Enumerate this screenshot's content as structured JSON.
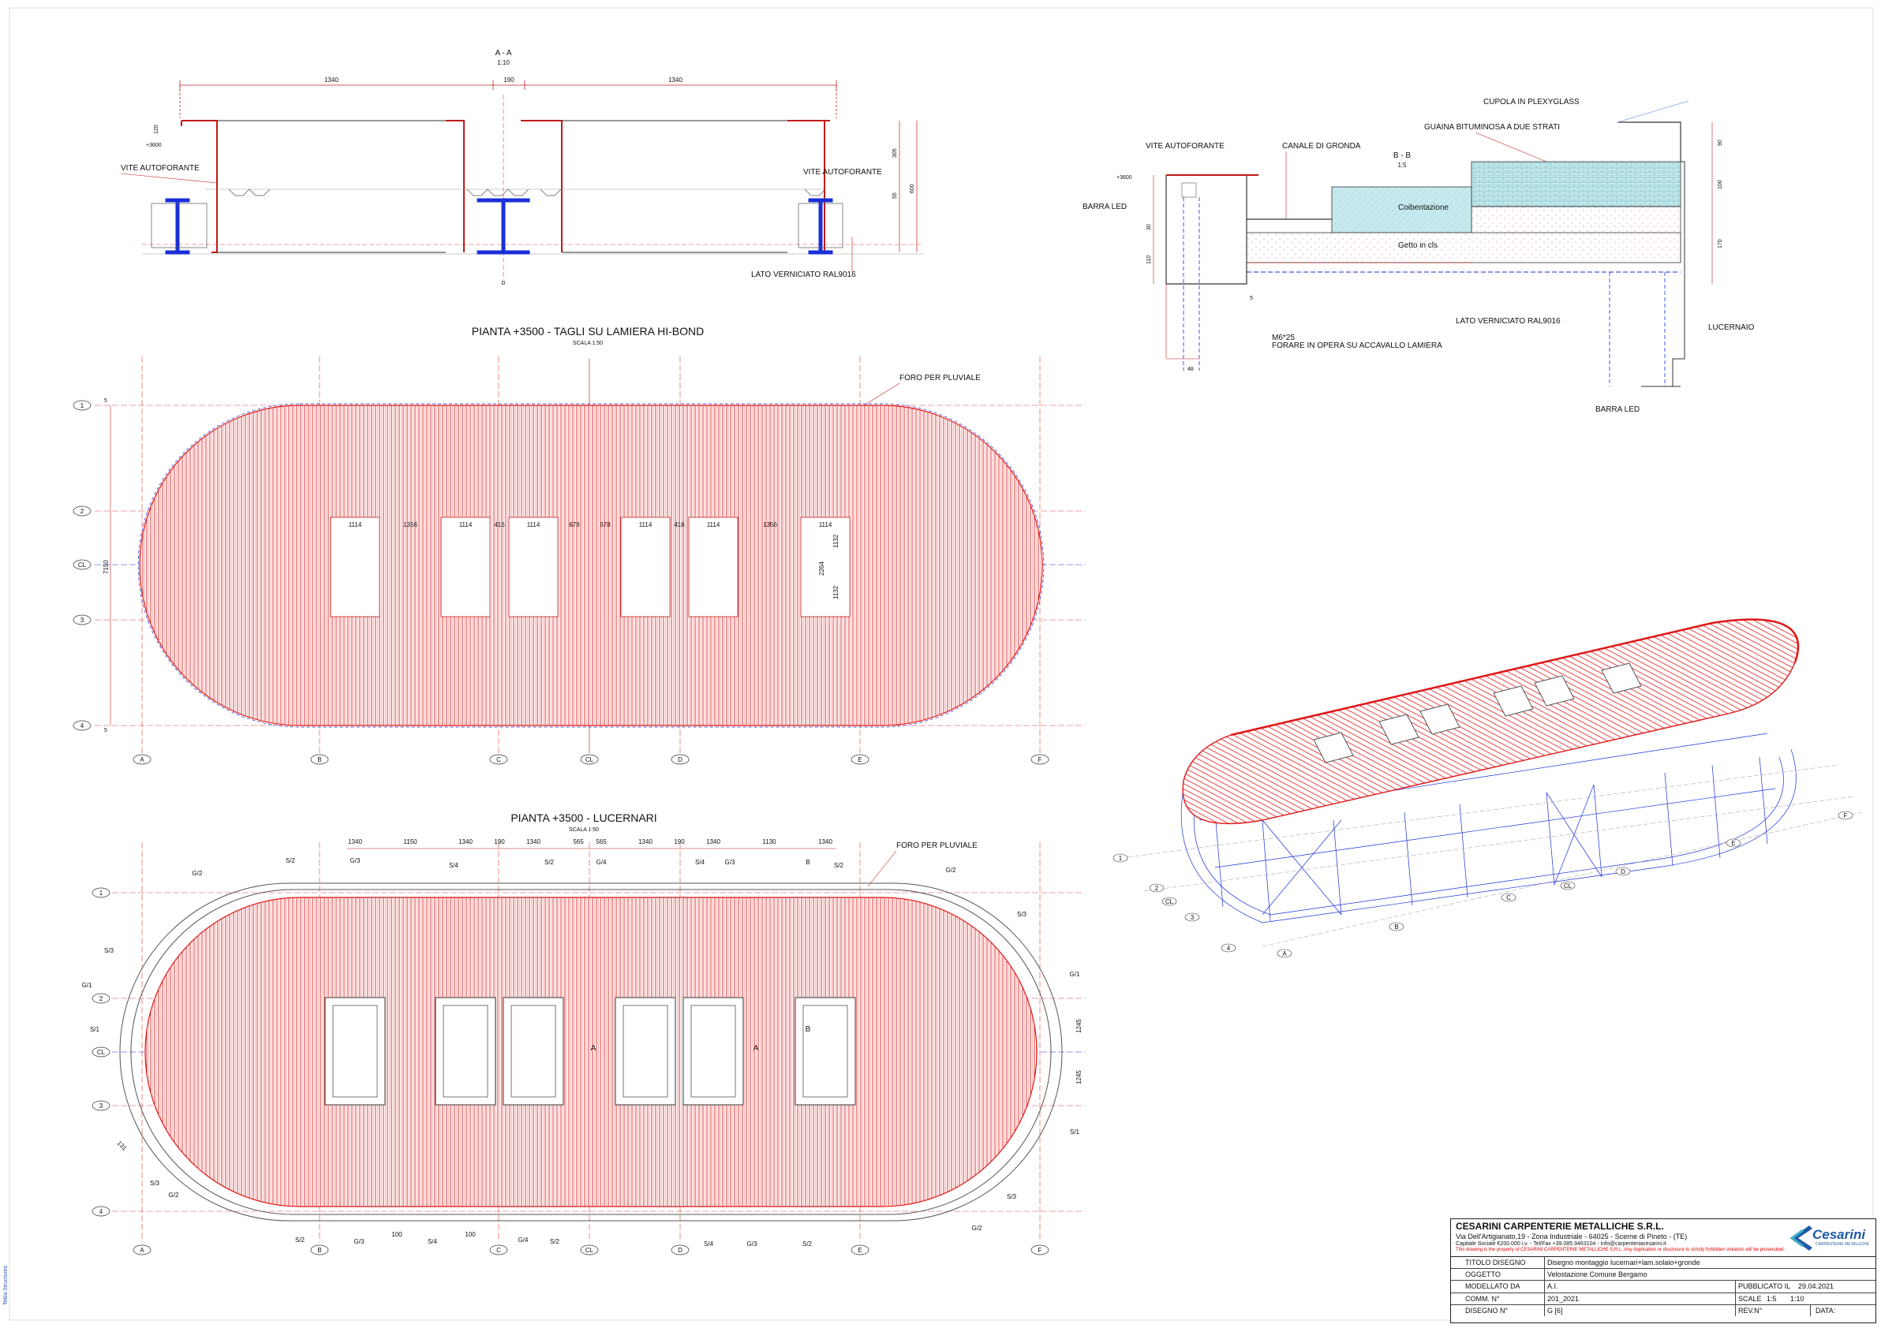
{
  "section_aa": {
    "title": "A - A",
    "scale": "1:10",
    "dims": [
      "1340",
      "190",
      "1340"
    ],
    "elev": "+3600",
    "left_dims": [
      "120"
    ],
    "right_dims": [
      "305",
      "55",
      "600"
    ],
    "labels": {
      "vite_left": "VITE AUTOFORANTE",
      "vite_right": "VITE AUTOFORANTE",
      "lato": "LATO VERNICIATO RAL9016"
    },
    "axis": "D"
  },
  "section_bb": {
    "title": "B - B",
    "scale": "1:5",
    "elev": "+3600",
    "labels": {
      "cupola": "CUPOLA IN PLEXYGLASS",
      "guaina": "GUAINA BITUMINOSA A DUE STRATI",
      "vite": "VITE AUTOFORANTE",
      "canale": "CANALE DI GRONDA",
      "barra_top": "BARRA LED",
      "coibent": "Coibentazione",
      "getto": "Getto in cls",
      "lato": "LATO VERNICIATO RAL9016",
      "m6": "M6*25",
      "forare": "FORARE IN OPERA SU ACCAVALLO LAMIERA",
      "lucernaio": "LUCERNAIO",
      "barra_bottom": "BARRA LED"
    },
    "left_dims": [
      "30",
      "110",
      "5",
      "48"
    ],
    "right_dims": [
      "90",
      "100",
      "170"
    ]
  },
  "plan_hibond": {
    "title": "PIANTA +3500 - TAGLI  SU LAMIERA HI-BOND",
    "scale": "SCALA 1:50",
    "note": "FORO PER PLUVIALE",
    "opening_dims": [
      "1114",
      "1356",
      "1114",
      "416",
      "1114",
      "678",
      "678",
      "1114",
      "416",
      "1114",
      "1356",
      "1114"
    ],
    "height_dims": [
      "2264",
      "1132",
      "1132"
    ],
    "total_height": "7150",
    "edge_dims": [
      "5",
      "5"
    ],
    "rows": [
      "1",
      "2",
      "CL",
      "3",
      "4"
    ],
    "cols": [
      "A",
      "B",
      "C",
      "CL",
      "D",
      "E",
      "F"
    ]
  },
  "plan_lucernari": {
    "title": "PIANTA +3500 - LUCERNARI",
    "scale": "SCALA 1:50",
    "note": "FORO PER PLUVIALE",
    "top_dims": [
      "1340",
      "1150",
      "1340",
      "190",
      "1340",
      "565",
      "565",
      "1340",
      "190",
      "1340",
      "1130",
      "1340"
    ],
    "bottom_dims": [
      "100",
      "100"
    ],
    "right_dims": [
      "1245",
      "1245"
    ],
    "left_dim": "131",
    "rows": [
      "1",
      "2",
      "CL",
      "3",
      "4"
    ],
    "cols": [
      "A",
      "B",
      "C",
      "CL",
      "D",
      "E",
      "F"
    ],
    "top_tags": [
      "G/2",
      "S/2",
      "G/3",
      "S/4",
      "S/2",
      "G/4",
      "S/4",
      "G/3",
      "B",
      "S/2",
      "G/2"
    ],
    "bottom_tags": [
      "S/2",
      "G/3",
      "S/4",
      "G/4",
      "S/2",
      "S/4",
      "G/3",
      "S/2",
      "G/2"
    ],
    "left_tags": [
      "S/3",
      "G/1",
      "S/1",
      "S/3",
      "G/2"
    ],
    "right_tags": [
      "S/3",
      "G/1",
      "S/1",
      "S/3"
    ],
    "section_marks": [
      "A",
      "A",
      "B"
    ]
  },
  "axo": {
    "rows": [
      "1",
      "2",
      "CL",
      "3",
      "4"
    ],
    "cols": [
      "A",
      "B",
      "C",
      "CL",
      "D",
      "E",
      "F"
    ]
  },
  "title_block": {
    "company": "CESARINI CARPENTERIE METALLICHE S.R.L.",
    "address": "Via Dell'Artigianato,19 - Zona Industriale - 64025 - Scerne di Pineto - (TE)",
    "capital": "Capitale Sociale €200.000 i.v. - Tel/Fax +39.085.9463104 - info@carpenteriacesarini.it",
    "note": "This drawing is the property of CESARINI CARPENTERIE METALLICHE S.R.L. Any duplication or disclosure to strictly forbidden violators will be prosecuted.",
    "logo": "Cesarini",
    "logo_sub": "CARPENTERIE METALLICHE",
    "rows": {
      "titolo_label": "TITOLO DISEGNO",
      "titolo_value": "Disegno montaggio lucernari+lam.solaio+gronde",
      "oggetto_label": "OGGETTO",
      "oggetto_value": "Velostazione Comune Bergamo",
      "modellato_label": "MODELLATO DA",
      "modellato_value": "A.I.",
      "pubblicato_label": "PUBBLICATO IL",
      "pubblicato_value": "29.04.2021",
      "comm_label": "COMM. N°",
      "comm_value": "201_2021",
      "scale_label": "SCALE",
      "scale_value1": "1:5",
      "scale_value2": "1:10",
      "disegno_label": "DISEGNO N°",
      "disegno_value": "G  [6]",
      "rev_label": "REV.N°",
      "data_label": "DATA:"
    }
  },
  "side_credit": "Tekla Structures",
  "colors": {
    "red": "#e01818",
    "blue": "#1a2fd8",
    "dim": "#c02020",
    "line": "#222222",
    "insul": "#bfe6ea"
  }
}
